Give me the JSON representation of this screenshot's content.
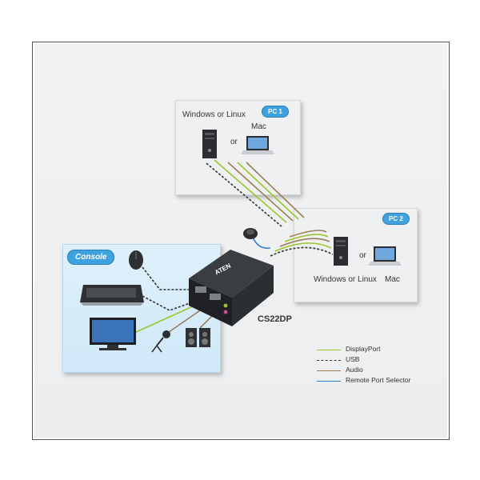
{
  "pc1": {
    "badge": "PC 1",
    "os_label": "Windows or Linux",
    "or": "or",
    "mac_label": "Mac"
  },
  "pc2": {
    "badge": "PC 2",
    "os_label": "Windows or Linux",
    "or": "or",
    "mac_label": "Mac"
  },
  "console": {
    "badge": "Console"
  },
  "device": {
    "brand": "ATEN",
    "model": "CS22DP"
  },
  "legend": [
    {
      "label": "DisplayPort",
      "color": "#9cc62b",
      "style": "solid"
    },
    {
      "label": "USB",
      "color": "#333333",
      "style": "dashed"
    },
    {
      "label": "Audio",
      "color": "#9b7e5a",
      "style": "solid"
    },
    {
      "label": "Remote Port Selector",
      "color": "#2f7fd0",
      "style": "solid"
    }
  ],
  "colors": {
    "displayport": "#9cc62b",
    "usb": "#333333",
    "audio": "#9b7e5a",
    "remote": "#2f7fd0",
    "badge": "#3fa2de"
  }
}
